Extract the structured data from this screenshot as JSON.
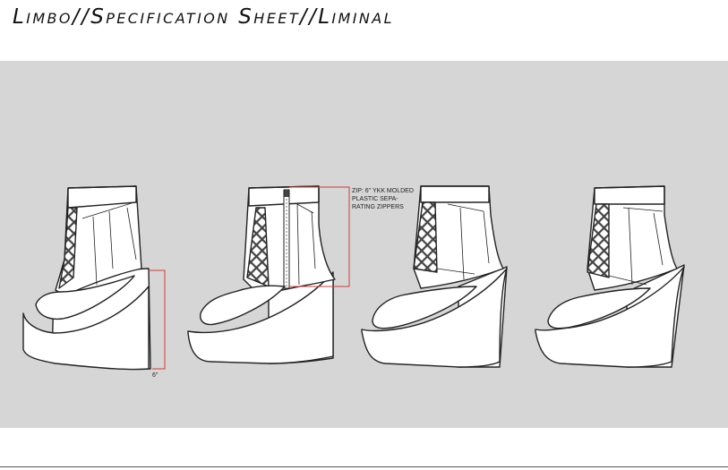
{
  "title": "Limbo//Specification Sheet//Liminal",
  "callouts": {
    "zipper_note": "ZIP: 6\" YKK MOLDED PLASTIC SEPA-RATING ZIPPERS",
    "height_dimension": "6\""
  },
  "colors": {
    "panel": "#d6d6d6",
    "outline": "#222222",
    "callout_red": "#d23a3a",
    "mesh": "#555555"
  },
  "views": [
    {
      "name": "outer-side-view"
    },
    {
      "name": "inner-side-zip-view"
    },
    {
      "name": "outer-three-quarter-view"
    },
    {
      "name": "inner-three-quarter-view"
    }
  ]
}
